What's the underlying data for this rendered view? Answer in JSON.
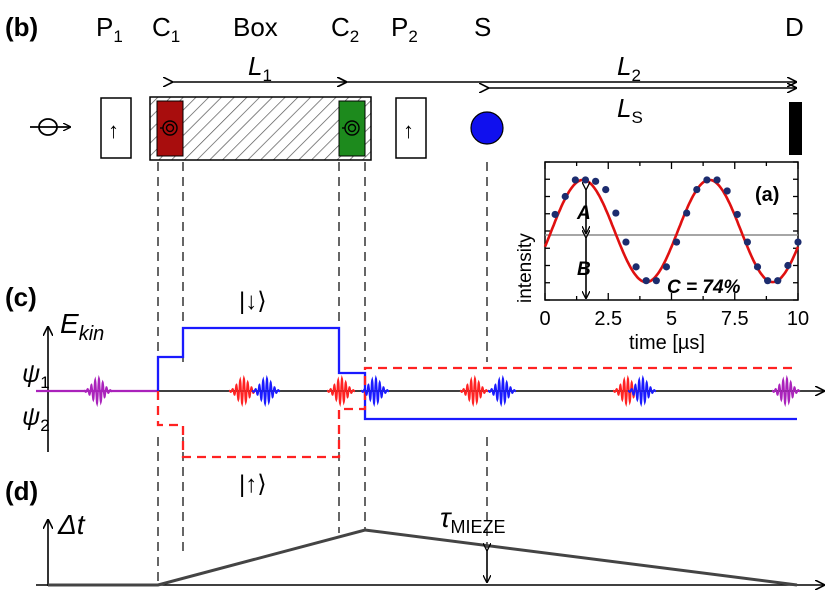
{
  "panels": {
    "b": "(b)",
    "c": "(c)",
    "d": "(d)",
    "a": "(a)"
  },
  "components": {
    "p1": {
      "main": "P",
      "sub": "1"
    },
    "c1": {
      "main": "C",
      "sub": "1"
    },
    "box": "Box",
    "c2": {
      "main": "C",
      "sub": "2"
    },
    "p2": {
      "main": "P",
      "sub": "2"
    },
    "sample": "S",
    "detector": "D"
  },
  "distances": {
    "l1": {
      "main": "L",
      "sub": "1"
    },
    "l2": {
      "main": "L",
      "sub": "2"
    },
    "ls": {
      "main": "L",
      "sub": "S"
    }
  },
  "arrow_glyph": "↑",
  "energy": {
    "axis_main": "E",
    "axis_sub": "kin",
    "psi1_main": "ψ",
    "psi1_sub": "1",
    "psi2_main": "ψ",
    "psi2_sub": "2",
    "state_down": "|↓⟩",
    "state_up": "|↑⟩"
  },
  "timing": {
    "axis_label": "Δt",
    "tau_main": "τ",
    "tau_sub": "MIEZE"
  },
  "colors": {
    "spin_down": "#1a1aff",
    "spin_up": "#ff2222",
    "mixed": "#aa22bb",
    "coil1": "#a80d0d",
    "coil2": "#1d8a1d",
    "sample": "#1010ee",
    "fit_curve": "#e01010",
    "data_points": "#1c2c6e",
    "timing_line": "#444444"
  },
  "chart_data": {
    "type": "scatter",
    "title": "(a)",
    "xlabel": "time [µs]",
    "ylabel": "intensity",
    "xlim": [
      0,
      10
    ],
    "xticks": [
      "0",
      "2.5",
      "5",
      "7.5",
      "10"
    ],
    "period_us": 5.0,
    "contrast_label": "C = 74%",
    "amplitude_label": "A",
    "offset_label": "B",
    "fit": {
      "offset": 0.5,
      "amplitude": 0.37,
      "phase_peak_us": 1.5
    },
    "series": [
      {
        "x": [
          0.4,
          0.8,
          1.2,
          1.6,
          2.0,
          2.4,
          2.8,
          3.2,
          3.6,
          4.0,
          4.4,
          4.8,
          5.2,
          5.6,
          6.0,
          6.4,
          6.8,
          7.2,
          7.6,
          8.0,
          8.4,
          8.8,
          9.2,
          9.6,
          10.0
        ],
        "y": [
          0.62,
          0.75,
          0.87,
          0.87,
          0.86,
          0.8,
          0.63,
          0.42,
          0.24,
          0.14,
          0.14,
          0.24,
          0.42,
          0.63,
          0.8,
          0.87,
          0.87,
          0.79,
          0.62,
          0.42,
          0.24,
          0.14,
          0.14,
          0.25,
          0.42
        ]
      }
    ]
  }
}
